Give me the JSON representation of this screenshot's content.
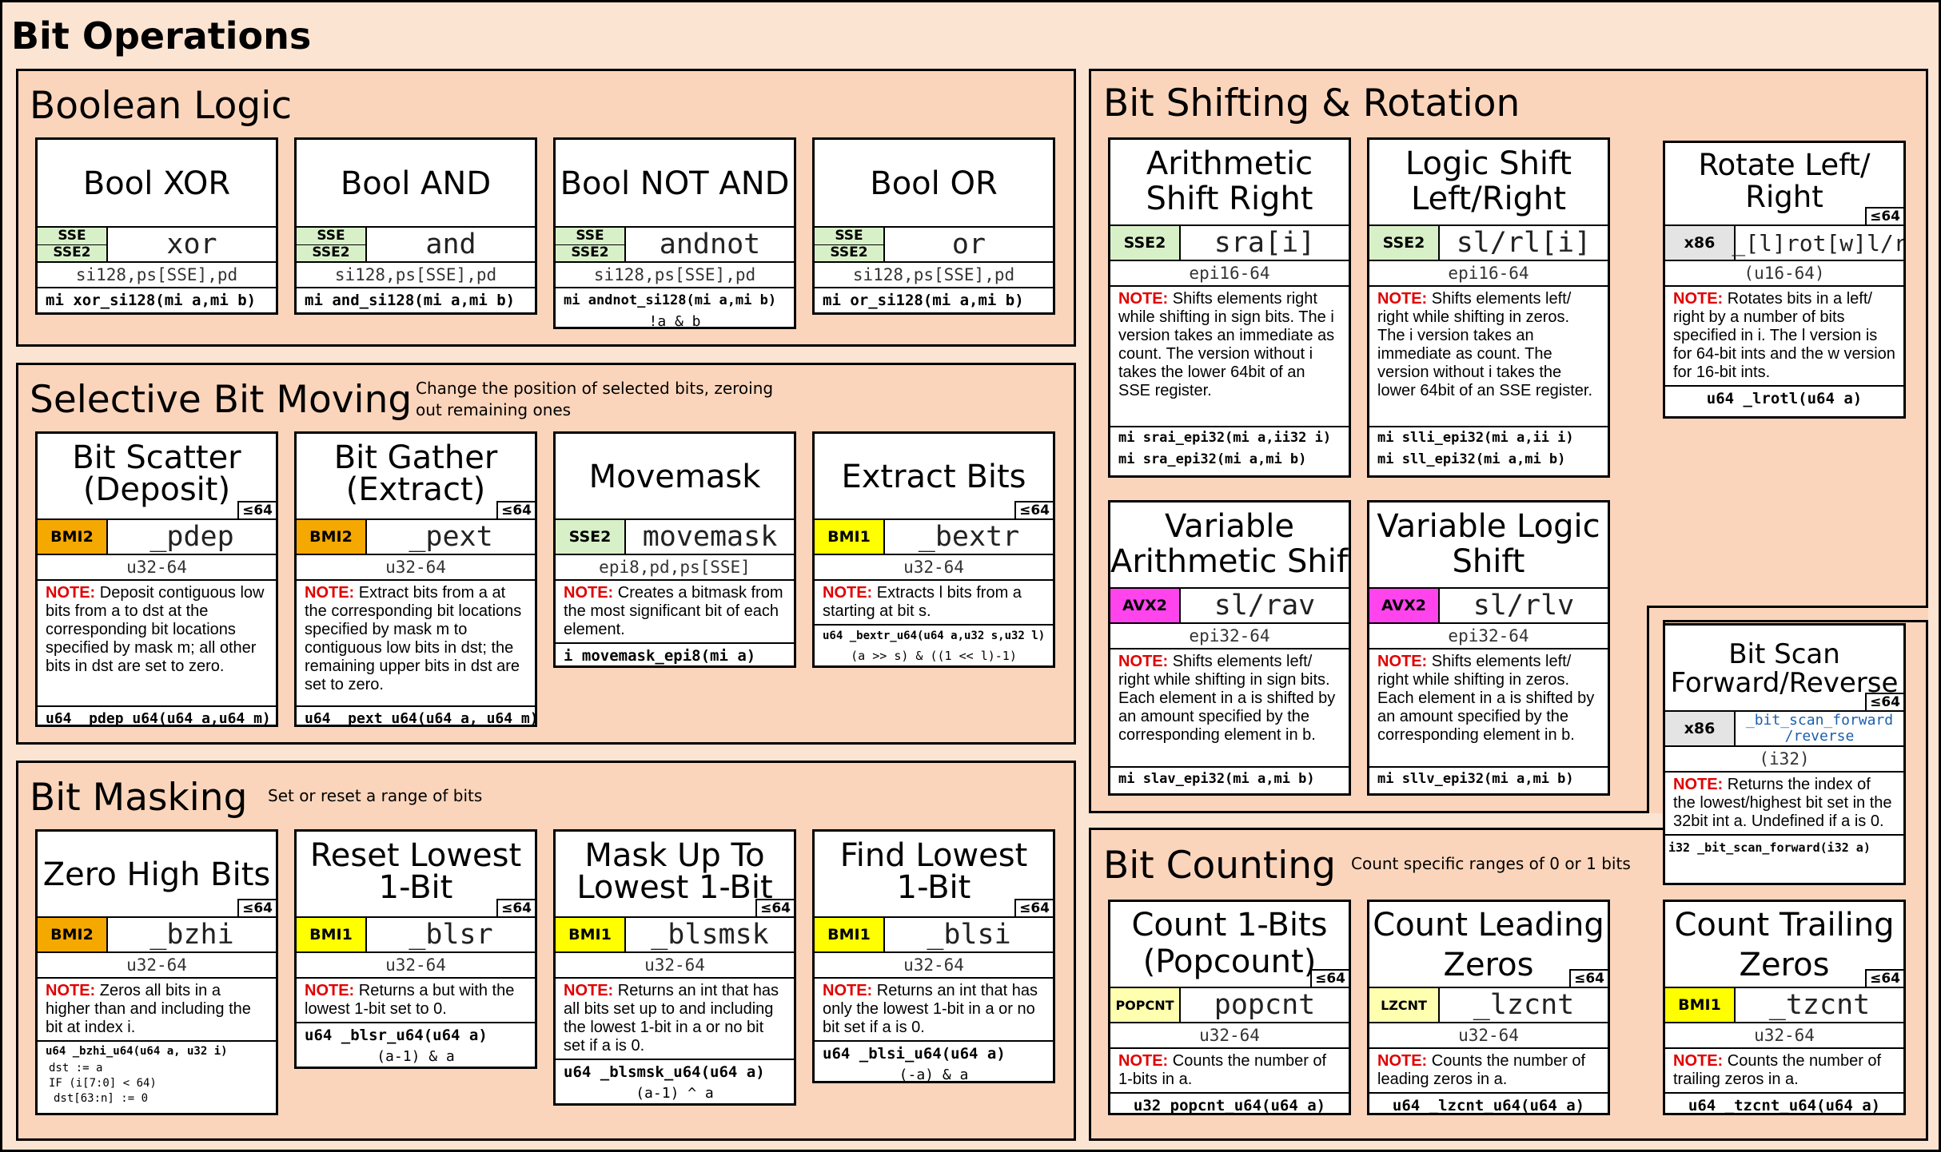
{
  "title": "Bit Operations",
  "sections": {
    "boolean": {
      "title": "Boolean Logic"
    },
    "moving": {
      "title": "Selective Bit Moving",
      "subtitle": "Change the position of selected bits, zeroing out remaining ones"
    },
    "masking": {
      "title": "Bit Masking",
      "subtitle": "Set or reset a range of bits"
    },
    "shifting": {
      "title": "Bit Shifting & Rotation"
    },
    "counting": {
      "title": "Bit Counting",
      "subtitle": "Count specific ranges of 0 or 1 bits"
    }
  },
  "cards": {
    "xor": {
      "title": "Bool XOR",
      "ext1": "SSE",
      "ext2": "SSE2",
      "name": "xor",
      "types": "si128,ps[SSE],pd",
      "sig": "mi xor_si128(mi a,mi b)"
    },
    "and": {
      "title": "Bool AND",
      "ext1": "SSE",
      "ext2": "SSE2",
      "name": "and",
      "types": "si128,ps[SSE],pd",
      "sig": "mi and_si128(mi a,mi b)"
    },
    "andnot": {
      "title": "Bool NOT AND",
      "ext1": "SSE",
      "ext2": "SSE2",
      "name": "andnot",
      "types": "si128,ps[SSE],pd",
      "sig": "mi andnot_si128(mi a,mi b)",
      "sub": "!a & b"
    },
    "or": {
      "title": "Bool OR",
      "ext1": "SSE",
      "ext2": "SSE2",
      "name": "or",
      "types": "si128,ps[SSE],pd",
      "sig": "mi or_si128(mi a,mi b)"
    },
    "pdep": {
      "title1": "Bit Scatter",
      "title2": "(Deposit)",
      "cap": "≤64",
      "ext": "BMI2",
      "name": "_pdep",
      "types": "u32-64",
      "note_label": "NOTE:",
      "note": " Deposit contiguous low bits from a to dst at the corresponding bit locations specified by mask m; all other bits in dst are set to zero.",
      "sig": "u64 _pdep_u64(u64 a,u64 m)"
    },
    "pext": {
      "title1": "Bit Gather",
      "title2": "(Extract)",
      "cap": "≤64",
      "ext": "BMI2",
      "name": "_pext",
      "types": "u32-64",
      "note_label": "NOTE:",
      "note": " Extract bits from a at the corresponding bit locations specified by mask m to contiguous low bits in dst; the remaining upper bits in dst are set to zero.",
      "sig": "u64 _pext_u64(u64 a, u64 m)"
    },
    "movemask": {
      "title": "Movemask",
      "ext": "SSE2",
      "name": "movemask",
      "types": "epi8,pd,ps[SSE]",
      "note_label": "NOTE:",
      "note": " Creates a bitmask from the most significant bit of each element.",
      "sig": "i movemask_epi8(mi a)"
    },
    "bextr": {
      "title": "Extract Bits",
      "cap": "≤64",
      "ext": "BMI1",
      "name": "_bextr",
      "types": "u32-64",
      "note_label": "NOTE:",
      "note": " Extracts l bits from a starting at bit s.",
      "sig": "u64 _bextr_u64(u64 a,u32 s,u32 l)",
      "sub": "(a >> s) & ((1 << l)-1)"
    },
    "bzhi": {
      "title": "Zero High Bits",
      "cap": "≤64",
      "ext": "BMI2",
      "name": "_bzhi",
      "types": "u32-64",
      "note_label": "NOTE:",
      "note": " Zeros all bits in a higher than and including the bit at index i.",
      "sig": "u64 _bzhi_u64(u64 a, u32 i)",
      "code1": "dst := a",
      "code2": "IF (i[7:0] < 64)",
      "code3": "dst[63:n] := 0"
    },
    "blsr": {
      "title1": "Reset Lowest",
      "title2": "1-Bit",
      "cap": "≤64",
      "ext": "BMI1",
      "name": "_blsr",
      "types": "u32-64",
      "note_label": "NOTE:",
      "note": " Returns a but with the lowest 1-bit set to 0.",
      "sig": "u64 _blsr_u64(u64 a)",
      "sub": "(a-1) & a"
    },
    "blsmsk": {
      "title1": "Mask Up To",
      "title2": "Lowest 1-Bit",
      "cap": "≤64",
      "ext": "BMI1",
      "name": "_blsmsk",
      "types": "u32-64",
      "note_label": "NOTE:",
      "note": " Returns an int that has all bits set up to and including the lowest 1-bit in a or no bit set if a is 0.",
      "sig": "u64 _blsmsk_u64(u64 a)",
      "sub": "(a-1) ^ a"
    },
    "blsi": {
      "title1": "Find Lowest",
      "title2": "1-Bit",
      "cap": "≤64",
      "ext": "BMI1",
      "name": "_blsi",
      "types": "u32-64",
      "note_label": "NOTE:",
      "note": " Returns an int that has only the lowest 1-bit in a or no bit set if a is 0.",
      "sig": "u64 _blsi_u64(u64 a)",
      "sub": "(-a) & a"
    },
    "sra": {
      "title1": "Arithmetic",
      "title2": "Shift Right",
      "ext": "SSE2",
      "name": "sra[i]",
      "types": "epi16-64",
      "note_label": "NOTE:",
      "note": " Shifts elements right while shifting in sign bits. The i version takes an immediate as count. The version without i takes the lower 64bit of an SSE register.",
      "sig1": "mi srai_epi32(mi a,ii32 i)",
      "sig2": "mi sra_epi32(mi a,mi b)"
    },
    "sll": {
      "title1": "Logic Shift",
      "title2": "Left/Right",
      "ext": "SSE2",
      "name": "sl/rl[i]",
      "types": "epi16-64",
      "note_label": "NOTE:",
      "note": " Shifts elements left/ right while shifting in zeros. The i version takes an immediate as count. The version without i takes the lower 64bit of an SSE register.",
      "sig1": "mi slli_epi32(mi a,ii i)",
      "sig2": "mi sll_epi32(mi a,mi b)"
    },
    "rot": {
      "title1": "Rotate Left/",
      "title2": "Right",
      "cap": "≤64",
      "ext": "x86",
      "name": "_[l]rot[w]l/r",
      "types": "(u16-64)",
      "note_label": "NOTE:",
      "note": " Rotates bits in a left/ right by a number of bits specified in i. The l version is for 64-bit ints and the w version for 16-bit ints.",
      "sig": "u64 _lrotl(u64 a)"
    },
    "slav": {
      "title1": "Variable",
      "title2": "Arithmetic Shift",
      "ext": "AVX2",
      "name": "sl/rav",
      "types": "epi32-64",
      "note_label": "NOTE:",
      "note": " Shifts elements left/ right while shifting in sign bits. Each element in a is shifted by an amount specified by the corresponding element in b.",
      "sig": "mi slav_epi32(mi a,mi b)"
    },
    "sllv": {
      "title1": "Variable Logic",
      "title2": "Shift",
      "ext": "AVX2",
      "name": "sl/rlv",
      "types": "epi32-64",
      "note_label": "NOTE:",
      "note": " Shifts elements left/ right while shifting in zeros. Each element in a is shifted by an amount specified by the corresponding element in b.",
      "sig": "mi sllv_epi32(mi a,mi b)"
    },
    "bsf": {
      "title1": "Bit Scan",
      "title2": "Forward/Reverse",
      "cap": "≤64",
      "ext": "x86",
      "name1": "_bit_scan_forward",
      "name2": "/reverse",
      "types": "(i32)",
      "note_label": "NOTE:",
      "note": " Returns the index of the lowest/highest bit set in the 32bit int a. Undefined if a is 0.",
      "sig": "i32 _bit_scan_forward(i32 a)"
    },
    "popcnt": {
      "title1": "Count 1-Bits",
      "title2": "(Popcount)",
      "cap": "≤64",
      "ext": "POPCNT",
      "name": "popcnt",
      "types": "u32-64",
      "note_label": "NOTE:",
      "note": " Counts the number of 1-bits in a.",
      "sig": "u32 popcnt_u64(u64 a)"
    },
    "lzcnt": {
      "title1": "Count Leading",
      "title2": "Zeros",
      "cap": "≤64",
      "ext": "LZCNT",
      "name": "_lzcnt",
      "types": "u32-64",
      "note_label": "NOTE:",
      "note": " Counts the number of leading zeros in a.",
      "sig": "u64 _lzcnt_u64(u64 a)"
    },
    "tzcnt": {
      "title1": "Count Trailing",
      "title2": "Zeros",
      "cap": "≤64",
      "ext": "BMI1",
      "name": "_tzcnt",
      "types": "u32-64",
      "note_label": "NOTE:",
      "note": " Counts the number of trailing zeros in a.",
      "sig": "u64 _tzcnt_u64(u64 a)"
    }
  }
}
